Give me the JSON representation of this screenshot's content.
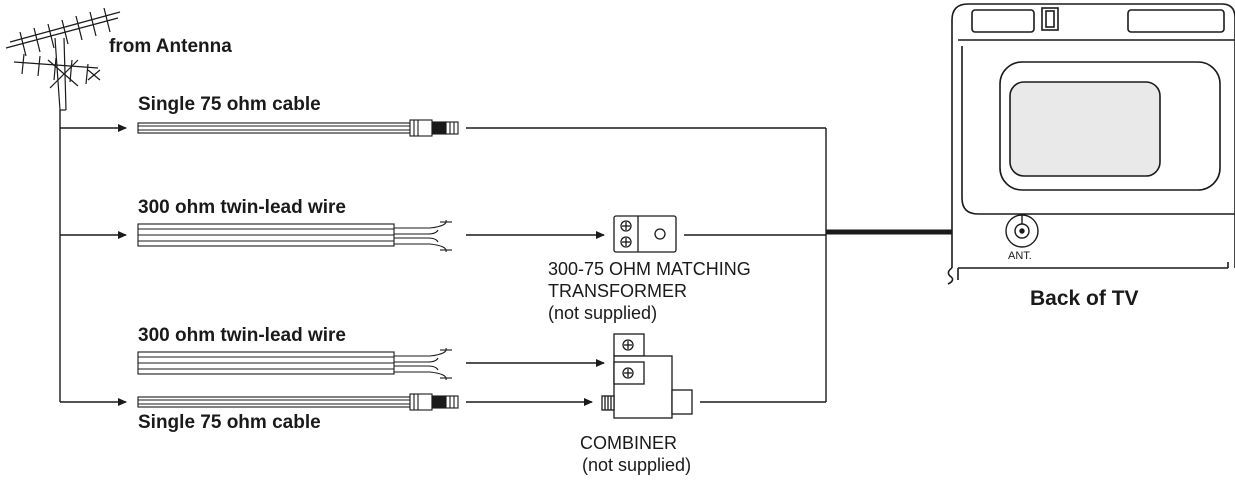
{
  "labels": {
    "from_antenna": "from Antenna",
    "cable_75_top": "Single 75 ohm cable",
    "twin_lead_1": "300 ohm twin-lead wire",
    "twin_lead_2": "300 ohm twin-lead wire",
    "cable_75_bottom": "Single 75 ohm cable",
    "transformer_line1": "300-75 OHM MATCHING",
    "transformer_line2": "TRANSFORMER",
    "transformer_line3": "(not supplied)",
    "combiner_line1": "COMBINER",
    "combiner_line2": "(not supplied)",
    "back_of_tv": "Back of TV",
    "ant_label": "ANT."
  },
  "icons": {
    "antenna": "antenna-icon",
    "coax_plug": "coax-plug-icon",
    "spade_lugs": "spade-lug-icon",
    "transformer": "matching-transformer-icon",
    "combiner": "combiner-icon",
    "tv_back": "tv-back-icon",
    "ant_jack": "ant-jack-icon"
  },
  "colors": {
    "line": "#1a1a1a",
    "background": "#ffffff",
    "screen_fill": "#e9e9e9"
  }
}
